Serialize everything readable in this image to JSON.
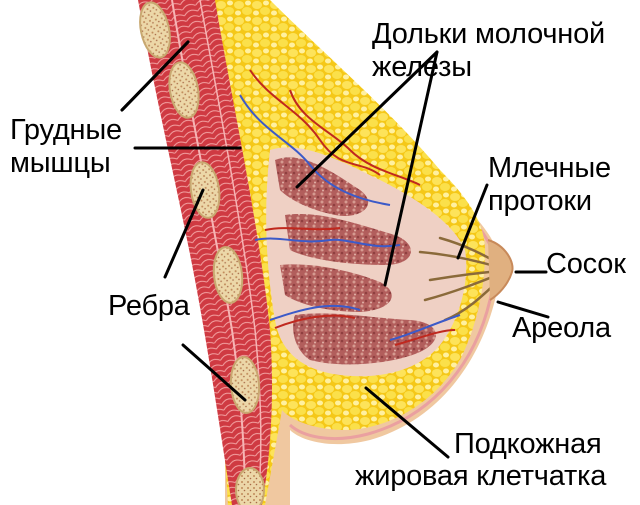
{
  "diagram": {
    "subject": "Breast anatomy cross-section",
    "colors": {
      "background": "#ffffff",
      "skin": "#f2c9a0",
      "skin_edge": "#e9a9a0",
      "fat": "#f7d21e",
      "fat_highlight": "#fbe87a",
      "muscle": "#c8323c",
      "muscle_light": "#e8787c",
      "rib": "#efdcb0",
      "lobules": "#b0595a",
      "ducts": "#8a6a3a",
      "artery": "#c0281e",
      "vein": "#3c5ac8",
      "leader_line": "#000000"
    },
    "labels": [
      {
        "id": "lobules",
        "lines": [
          "Дольки молочной",
          "железы"
        ]
      },
      {
        "id": "pectoral-muscles",
        "lines": [
          "Грудные",
          "мышцы"
        ]
      },
      {
        "id": "milk-ducts",
        "lines": [
          "Млечные",
          "протоки"
        ]
      },
      {
        "id": "nipple",
        "lines": [
          "Сосок"
        ]
      },
      {
        "id": "ribs",
        "lines": [
          "Ребра"
        ]
      },
      {
        "id": "areola",
        "lines": [
          "Ареола"
        ]
      },
      {
        "id": "subcutaneous-fat",
        "lines": [
          "Подкожная",
          "жировая клетчатка"
        ]
      }
    ]
  }
}
